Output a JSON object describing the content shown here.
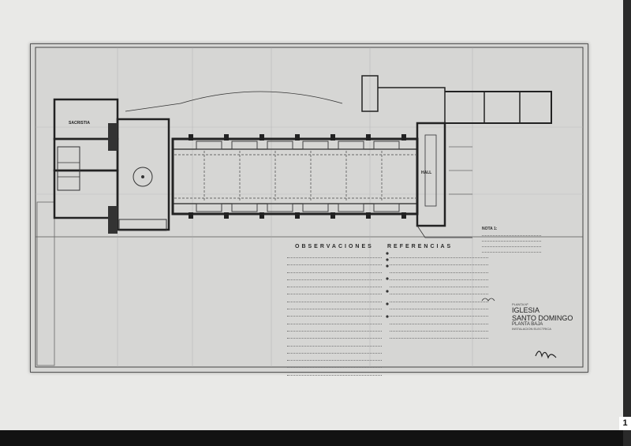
{
  "document": {
    "title_block": {
      "sheet_tag": "PLANTA Nº",
      "church_line1": "IGLESIA",
      "church_line2": "SANTO DOMINGO",
      "floor": "PLANTA BAJA",
      "subject": "INSTALACION ELECTRICA"
    },
    "sections": {
      "observaciones": "OBSERVACIONES",
      "referencias": "REFERENCIAS",
      "nota": "NOTA 1:"
    },
    "rooms": {
      "sacristia": "SACRISTIA",
      "hall": "HALL"
    },
    "page_number": "1"
  }
}
